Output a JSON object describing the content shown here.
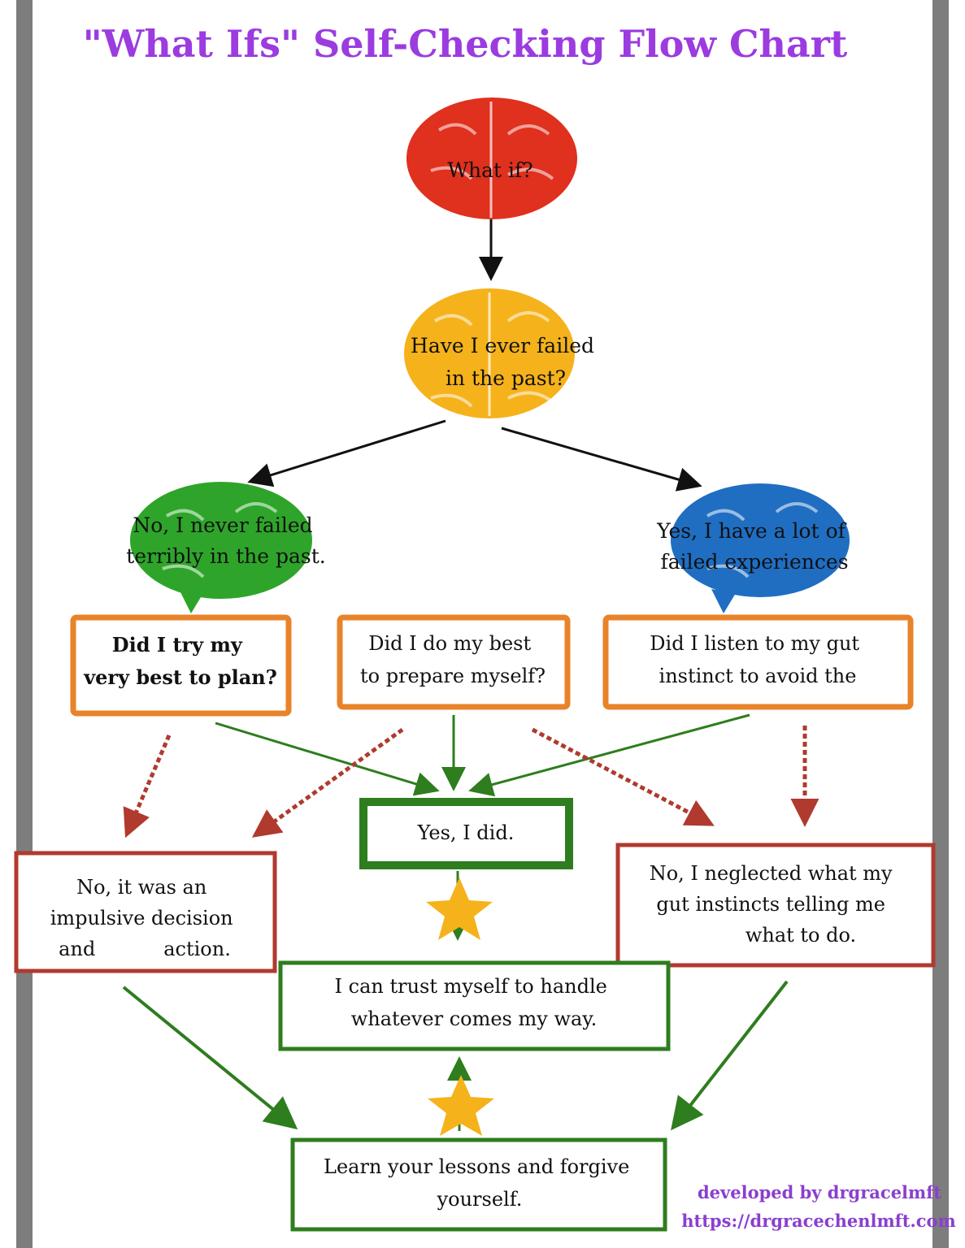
{
  "title": "\"What Ifs\" Self-Checking Flow Chart",
  "brains": {
    "start": {
      "lines": [
        "What if?"
      ],
      "color": "#e0301e"
    },
    "question": {
      "lines": [
        "Have I ever failed",
        "in the past?"
      ],
      "color": "#f5b21b"
    },
    "no_branch": {
      "lines": [
        "No, I never failed",
        "terribly in the past."
      ],
      "color": "#2ea52a"
    },
    "yes_branch": {
      "lines": [
        "Yes, I have a lot of",
        "failed experiences"
      ],
      "color": "#1f6ec2"
    }
  },
  "questions": {
    "plan": [
      "Did I try my",
      "very best to plan?"
    ],
    "prepare": [
      "Did I do my best",
      "to prepare myself?"
    ],
    "gut": [
      "Did I listen to my gut",
      "instinct to avoid the"
    ]
  },
  "answers": {
    "yes_did": [
      "Yes, I did."
    ],
    "impulsive": [
      "No, it was an",
      "impulsive decision",
      "and           action."
    ],
    "neglected": [
      "No, I neglected what my",
      "gut instincts telling me",
      "what to do."
    ]
  },
  "outcomes": {
    "trust": [
      "I can trust myself to handle",
      "whatever comes my way."
    ],
    "learn": [
      "Learn your lessons and forgive",
      "yourself."
    ]
  },
  "credits": {
    "developed_by": "developed by drgracelmft",
    "url": "https://drgracechenlmft.com"
  },
  "colors": {
    "title": "#9b3be0",
    "question_box": "#e8832a",
    "no_box": "#b03a2e",
    "yes_box": "#2e7d1e",
    "star": "#f5b21b",
    "arrow_black": "#111111",
    "arrow_green": "#2e7d1e",
    "arrow_red": "#b03a2e"
  }
}
